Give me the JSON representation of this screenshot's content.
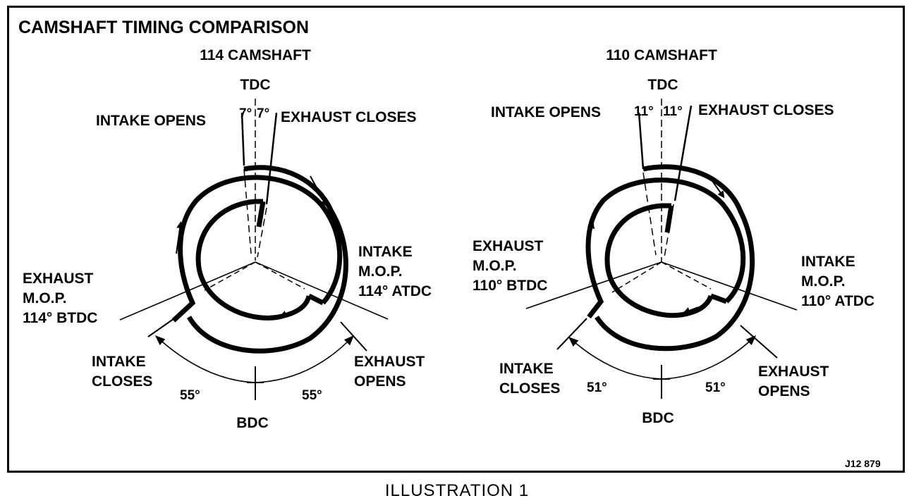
{
  "title": "CAMSHAFT TIMING COMPARISON",
  "caption": "ILLUSTRATION 1",
  "figure_code": "J12 879",
  "diagrams": [
    {
      "heading": "114 CAMSHAFT",
      "tdc": "TDC",
      "bdc": "BDC",
      "intake_opens": "INTAKE OPENS",
      "exhaust_closes": "EXHAUST CLOSES",
      "intake_opens_deg": "7°",
      "exhaust_closes_deg": "7°",
      "intake_mop": [
        "INTAKE",
        "M.O.P.",
        "114° ATDC"
      ],
      "exhaust_mop": [
        "EXHAUST",
        "M.O.P.",
        "114° BTDC"
      ],
      "intake_closes": [
        "INTAKE",
        "CLOSES"
      ],
      "exhaust_opens": [
        "EXHAUST",
        "OPENS"
      ],
      "intake_closes_deg": "55°",
      "exhaust_opens_deg": "55°"
    },
    {
      "heading": "110 CAMSHAFT",
      "tdc": "TDC",
      "bdc": "BDC",
      "intake_opens": "INTAKE OPENS",
      "exhaust_closes": "EXHAUST CLOSES",
      "intake_opens_deg": "11°",
      "exhaust_closes_deg": "11°",
      "intake_mop": [
        "INTAKE",
        "M.O.P.",
        "110° ATDC"
      ],
      "exhaust_mop": [
        "EXHAUST",
        "M.O.P.",
        "110° BTDC"
      ],
      "intake_closes": [
        "INTAKE",
        "CLOSES"
      ],
      "exhaust_opens": [
        "EXHAUST",
        "OPENS"
      ],
      "intake_closes_deg": "51°",
      "exhaust_opens_deg": "51°"
    }
  ]
}
